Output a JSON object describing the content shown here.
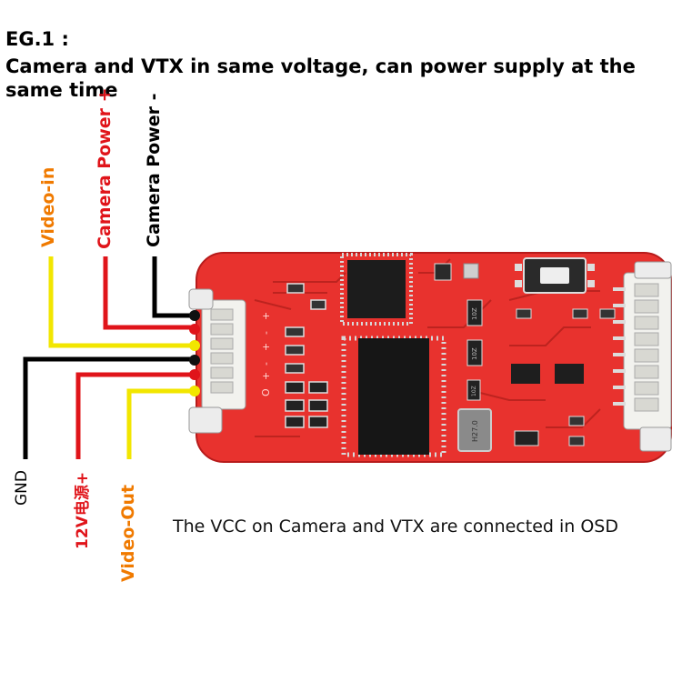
{
  "header": {
    "example": "EG.1 :",
    "description": "Camera and VTX in same voltage, can power supply at the same time"
  },
  "top_labels": {
    "video_in": "Video-in",
    "camera_power_plus": "Camera Power +",
    "camera_power_minus": "Camera Power -"
  },
  "bottom_labels": {
    "gnd": "GND",
    "power_12v": "12V电源+",
    "video_out": "Video-Out"
  },
  "note": "The VCC on Camera and VTX are connected in OSD",
  "board": {
    "chip_label_1": "10Z",
    "chip_label_2": "10Z",
    "chip_label_3": "10Z",
    "crystal_label": "H27.0",
    "pin_marks": [
      "+",
      "-",
      "+",
      "-",
      "+",
      "O"
    ]
  },
  "colors": {
    "pcb": "#e8322e",
    "video_wire": "#f2e600",
    "power_wire": "#e0141a",
    "gnd_wire": "#000000",
    "video_label": "#f07a00",
    "power_label": "#e0141a"
  }
}
